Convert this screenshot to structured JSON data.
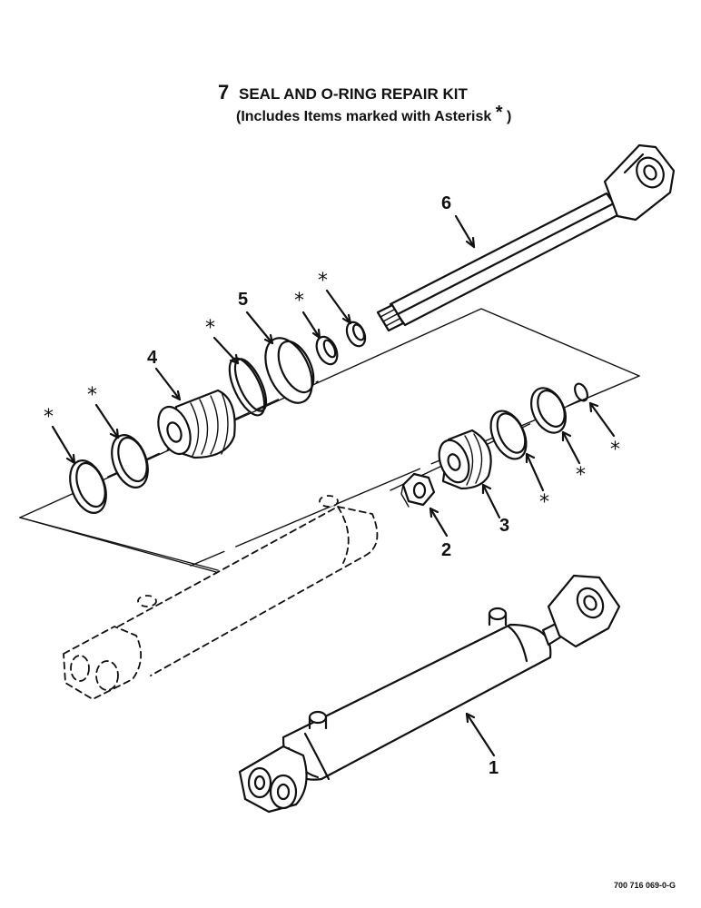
{
  "title": {
    "number": "7",
    "line1": "SEAL AND O-RING REPAIR KIT",
    "line2": "(Includes Items marked with Asterisk",
    "star": "*",
    "close": ")"
  },
  "callouts": {
    "item1": "1",
    "item2": "2",
    "item3": "3",
    "item4": "4",
    "item5": "5",
    "item6": "6",
    "asterisk": "*"
  },
  "drawing_code": "700 716 069-0-G"
}
